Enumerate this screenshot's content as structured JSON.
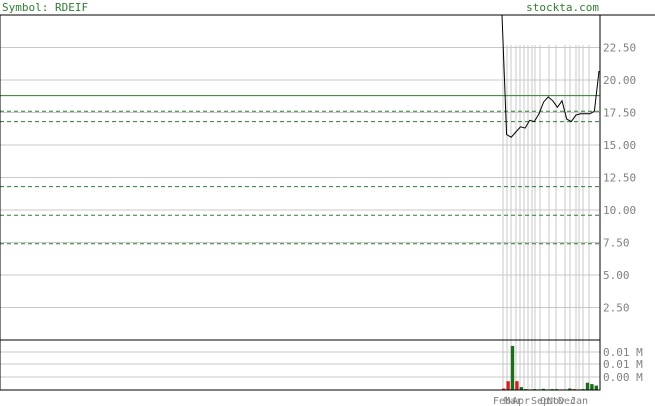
{
  "header": {
    "symbol": "Symbol: RDEIF",
    "site": "stockta.com"
  },
  "colors": {
    "frame": "#000000",
    "grid": "#c8c8c8",
    "label": "#808080",
    "title": "#2e7d32",
    "price_line": "#000000",
    "ma_solid": "#2e7d32",
    "ma_dashed": "#2e7d32",
    "volume_up": "#1b6e1b",
    "volume_down": "#cc2222"
  },
  "chart_data": [
    {
      "type": "line",
      "title": "",
      "ylim": [
        0,
        25
      ],
      "yticks": [
        2.5,
        5,
        7.5,
        10,
        12.5,
        15,
        17.5,
        20,
        22.5
      ],
      "ytick_labels": [
        "2.50",
        "5.00",
        "7.50",
        "10.00",
        "12.50",
        "15.00",
        "17.50",
        "20.00",
        "22.50"
      ],
      "grid": true,
      "series": [
        {
          "values": [
            25.2,
            15.8,
            15.6,
            16.0,
            16.4,
            16.3,
            16.9,
            16.8,
            17.4,
            18.3,
            18.7,
            18.4,
            17.9,
            18.4,
            17.0,
            16.8,
            17.3,
            17.4,
            17.4,
            17.4,
            17.6,
            20.7
          ]
        }
      ],
      "levels_solid": [
        18.8
      ],
      "levels_dashed": [
        17.6,
        16.8,
        11.8,
        9.6,
        7.4
      ]
    },
    {
      "type": "bar",
      "ylim": [
        0,
        0.016
      ],
      "ytick_labels": [
        "0.01 M",
        "0.01 M",
        "0.00 M"
      ],
      "x_labels": [
        "Feb",
        "Mar",
        "Apr",
        "Sep",
        "Oct",
        "Nov",
        "Dec",
        "Jan"
      ],
      "series": [
        {
          "values": [
            0.0005,
            0.003,
            0.015,
            0.003,
            0.001,
            0.0003,
            0.0002,
            0.0003,
            0.0002,
            0.0004,
            0.0002,
            0.0003,
            0.0003,
            0.0002,
            0.0002,
            0.0005,
            0.0003,
            0.0002,
            0.0003,
            0.0025,
            0.002,
            0.0015
          ],
          "directions": [
            "down",
            "down",
            "up",
            "down",
            "up",
            "up",
            "down",
            "up",
            "up",
            "up",
            "down",
            "up",
            "up",
            "down",
            "up",
            "up",
            "down",
            "up",
            "up",
            "up",
            "up",
            "up"
          ]
        }
      ]
    }
  ]
}
